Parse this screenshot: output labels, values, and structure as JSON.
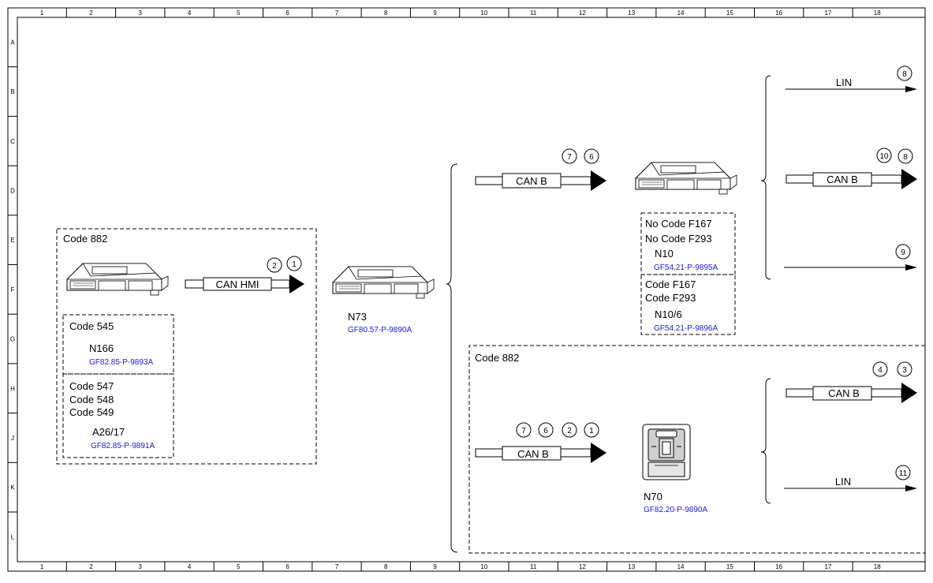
{
  "frame": {
    "columns": [
      "1",
      "2",
      "3",
      "4",
      "5",
      "6",
      "7",
      "8",
      "9",
      "10",
      "11",
      "12",
      "13",
      "14",
      "15",
      "16",
      "17",
      "18"
    ],
    "rows": [
      "A",
      "B",
      "C",
      "D",
      "E",
      "F",
      "G",
      "H",
      "J",
      "K",
      "L"
    ]
  },
  "group_left": {
    "title": "Code 882",
    "sub_a": {
      "code": "Code 545",
      "name": "N166",
      "ref": "GF82.85-P-9893A"
    },
    "sub_b": {
      "codes": [
        "Code 547",
        "Code 548",
        "Code 549"
      ],
      "name": "A26/17",
      "ref": "GF82.85-P-9891A"
    }
  },
  "bus_can_hmi": {
    "label": "CAN HMI",
    "refs": [
      "2",
      "1"
    ]
  },
  "n73": {
    "name": "N73",
    "ref": "GF80.57-P-9890A"
  },
  "bus_can_b_top": {
    "label": "CAN B",
    "refs": [
      "7",
      "6"
    ]
  },
  "n10": {
    "box1": {
      "codes": [
        "No Code F167",
        "No Code F293"
      ],
      "name": "N10",
      "ref": "GF54.21-P-9895A"
    },
    "box2": {
      "codes": [
        "Code F167",
        "Code F293"
      ],
      "name": "N10/6",
      "ref": "GF54.21-P-9896A"
    }
  },
  "out_top": {
    "lin": {
      "label": "LIN",
      "refs": [
        "8"
      ]
    },
    "canb": {
      "label": "CAN B",
      "refs": [
        "10",
        "8"
      ]
    },
    "line9": {
      "refs": [
        "9"
      ]
    }
  },
  "group_bottom": {
    "title": "Code 882",
    "bus_in": {
      "label": "CAN B",
      "refs": [
        "7",
        "6",
        "2",
        "1"
      ]
    },
    "n70": {
      "name": "N70",
      "ref": "GF82.20-P-9890A"
    },
    "out_canb": {
      "label": "CAN B",
      "refs": [
        "4",
        "3"
      ]
    },
    "out_lin": {
      "label": "LIN",
      "refs": [
        "11"
      ]
    }
  }
}
